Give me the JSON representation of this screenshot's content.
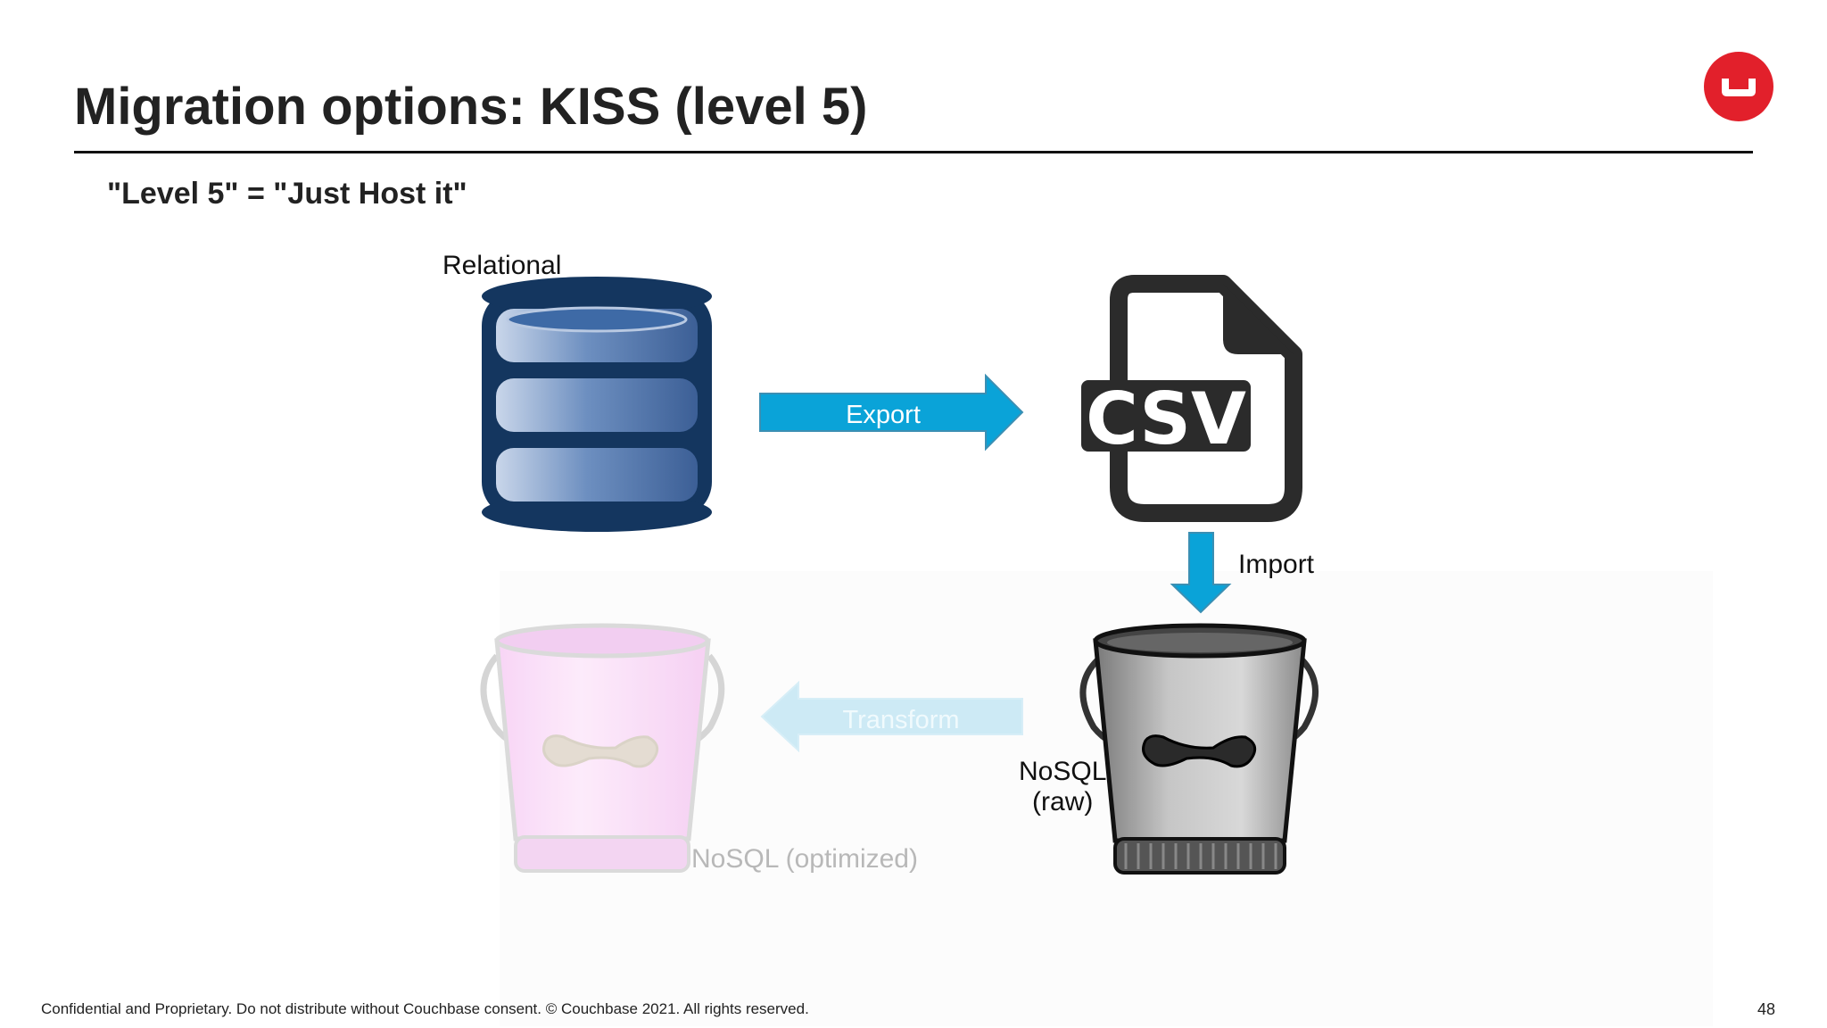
{
  "slide": {
    "title": "Migration options: KISS (level 5)",
    "subtitle": "\"Level 5\" = \"Just Host it\"",
    "page_number": "48",
    "footer": "Confidential and Proprietary. Do not distribute without Couchbase consent. © Couchbase 2021. All rights reserved."
  },
  "diagram": {
    "nodes": {
      "relational_label": "Relational",
      "csv_label": "CSV",
      "nosql_raw_line1": "NoSQL",
      "nosql_raw_line2": "(raw)",
      "nosql_optimized_label": "NoSQL (optimized)"
    },
    "edges": {
      "export_label": "Export",
      "import_label": "Import",
      "transform_label": "Transform"
    }
  },
  "colors": {
    "logo_red": "#e2202b",
    "arrow_blue": "#0aa3d8",
    "arrow_faded": "#cdeaf5",
    "db_dark_blue": "#14365f",
    "csv_dark": "#2b2b2b"
  }
}
